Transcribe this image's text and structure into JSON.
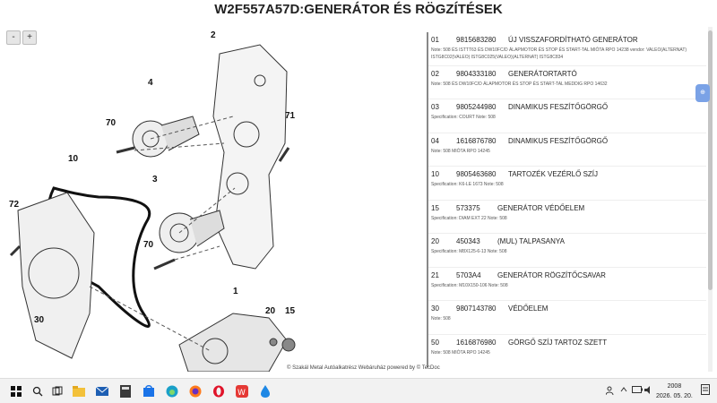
{
  "page_title": "W2F557A57D:GENERÁTOR ÉS RÖGZÍTÉSEK",
  "zoom": {
    "out_label": "-",
    "in_label": "+"
  },
  "diagram_labels": [
    "2",
    "4",
    "70",
    "71",
    "3",
    "10",
    "72",
    "70",
    "30",
    "1",
    "20",
    "15"
  ],
  "parts": [
    {
      "num": "01",
      "code": "9815683280",
      "name": "ÚJ VISSZAFORDÍTHATÓ GENERÁTOR",
      "note": "Note: 508 ÉS ISTTT63 ÉS DW10FC/D ÁLAPMOTOR ÉS STOP ÉS START-TAL MIÓTA RPO 14238 vendor: VALEO(ALTERNAT) ISTG8C02(VALEO) ISTG8C025(VALEO)(ALTERNAT) ISTG8C834"
    },
    {
      "num": "02",
      "code": "9804333180",
      "name": "GENERÁTORTARTÓ",
      "note": "Note: 508 ÉS DW10FC/D ÁLAPMOTOR ÉS STOP ÉS START-TAL MEDDIG RPO 14632"
    },
    {
      "num": "03",
      "code": "9805244980",
      "name": "DINAMIKUS FESZÍTŐGÖRGŐ",
      "note": "Specification: COURT Note: 508"
    },
    {
      "num": "04",
      "code": "1616876780",
      "name": "DINAMIKUS FESZÍTŐGÖRGŐ",
      "note": "Note: 508 MIÓTA RPO 14245"
    },
    {
      "num": "10",
      "code": "9805463680",
      "name": "TARTOZÉK VEZÉRLŐ SZÍJ",
      "note": "Specification: K6-LE 1673 Note: 508"
    },
    {
      "num": "15",
      "code": "573375",
      "name": "GENERÁTOR VÉDŐELEM",
      "note": "Specification: DIAM EXT 22 Note: 508"
    },
    {
      "num": "20",
      "code": "450343",
      "name": "(MUL) TALPASANYA",
      "note": "Specification: M8X125-6-13 Note: 508"
    },
    {
      "num": "21",
      "code": "5703A4",
      "name": "GENERÁTOR RÖGZÍTŐCSAVAR",
      "note": "Specification: M10X150-106 Note: 508"
    },
    {
      "num": "30",
      "code": "9807143780",
      "name": "VÉDŐELEM",
      "note": "Note: 508"
    },
    {
      "num": "50",
      "code": "1616876980",
      "name": "GÖRGŐ SZÍJ TARTOZ SZETT",
      "note": "Note: 508 MIÓTA RPO 14245"
    }
  ],
  "footer": "© Szakál Metal Autóalkatrész Webáruház powered by © TecDoc",
  "side_icon": "⊕",
  "taskbar": {
    "icons": [
      "windows-icon",
      "search-icon",
      "task-view-icon",
      "file-explorer-icon",
      "mail-icon",
      "calculator-icon",
      "store-icon",
      "edge-icon",
      "firefox-icon",
      "opera-icon",
      "wps-icon",
      "water-icon"
    ],
    "clock_time": "2008",
    "clock_date": "2026. 05. 20."
  }
}
